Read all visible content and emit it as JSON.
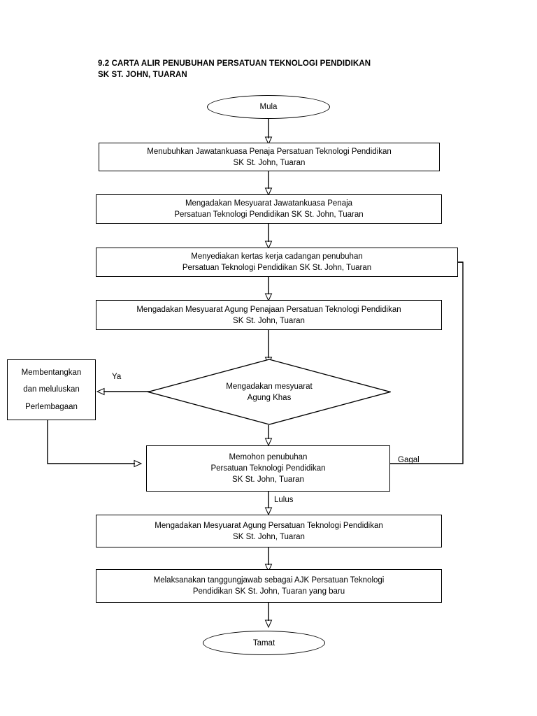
{
  "title": "9.2 CARTA ALIR PENUBUHAN PERSATUAN TEKNOLOGI PENDIDIKAN SK ST. JOHN, TUARAN",
  "title_line1": "9.2 CARTA ALIR PENUBUHAN PERSATUAN TEKNOLOGI PENDIDIKAN",
  "title_line2": "SK ST. JOHN, TUARAN",
  "flowchart": {
    "type": "flowchart",
    "orientation": "top-to-bottom",
    "nodes": [
      {
        "id": "start",
        "shape": "terminator",
        "text": "Mula"
      },
      {
        "id": "step1",
        "shape": "process",
        "text": "Menubuhkan Jawatankuasa Penaja Persatuan Teknologi Pendidikan SK St. John, Tuaran",
        "line1": "Menubuhkan Jawatankuasa Penaja Persatuan Teknologi Pendidikan",
        "line2": "SK St. John, Tuaran"
      },
      {
        "id": "step2",
        "shape": "process",
        "text": "Mengadakan Mesyuarat Jawatankuasa Penaja Persatuan Teknologi Pendidikan SK St. John, Tuaran",
        "line1": "Mengadakan Mesyuarat Jawatankuasa Penaja",
        "line2": "Persatuan Teknologi Pendidikan SK St. John, Tuaran"
      },
      {
        "id": "step3",
        "shape": "process",
        "text": "Menyediakan kertas kerja cadangan  penubuhan Persatuan Teknologi Pendidikan SK St. John, Tuaran",
        "line1": "Menyediakan kertas kerja cadangan  penubuhan",
        "line2": "Persatuan Teknologi Pendidikan SK St. John, Tuaran"
      },
      {
        "id": "step4",
        "shape": "process",
        "text": "Mengadakan Mesyuarat Agung Penajaan Persatuan Teknologi Pendidikan SK St. John, Tuaran",
        "line1": "Mengadakan Mesyuarat Agung Penajaan Persatuan Teknologi Pendidikan",
        "line2": "SK St. John, Tuaran"
      },
      {
        "id": "decision",
        "shape": "decision",
        "text": "Mengadakan mesyuarat Agung Khas",
        "line1": "Mengadakan mesyuarat",
        "line2": "Agung Khas"
      },
      {
        "id": "side",
        "shape": "process",
        "text": "Membentangkan dan meluluskan Perlembagaan",
        "line1": "Membentangkan",
        "line2": "dan meluluskan",
        "line3": "Perlembagaan"
      },
      {
        "id": "apply",
        "shape": "process",
        "text": "Memohon penubuhan Persatuan Teknologi Pendidikan SK St. John, Tuaran",
        "line1": "Memohon penubuhan",
        "line2": "Persatuan Teknologi Pendidikan",
        "line3": "SK St. John, Tuaran"
      },
      {
        "id": "step5",
        "shape": "process",
        "text": "Mengadakan Mesyuarat Agung Persatuan Teknologi Pendidikan SK St. John, Tuaran",
        "line1": "Mengadakan Mesyuarat Agung Persatuan Teknologi Pendidikan",
        "line2": "SK St. John, Tuaran"
      },
      {
        "id": "step6",
        "shape": "process",
        "text": "Melaksanakan tanggungjawab sebagai AJK Persatuan Teknologi Pendidikan SK St. John, Tuaran yang baru",
        "line1": "Melaksanakan tanggungjawab sebagai AJK Persatuan Teknologi",
        "line2": "Pendidikan SK St. John, Tuaran yang baru"
      },
      {
        "id": "end",
        "shape": "terminator",
        "text": "Tamat"
      }
    ],
    "edge_labels": {
      "ya": "Ya",
      "gagal": "Gagal",
      "lulus": "Lulus"
    }
  }
}
